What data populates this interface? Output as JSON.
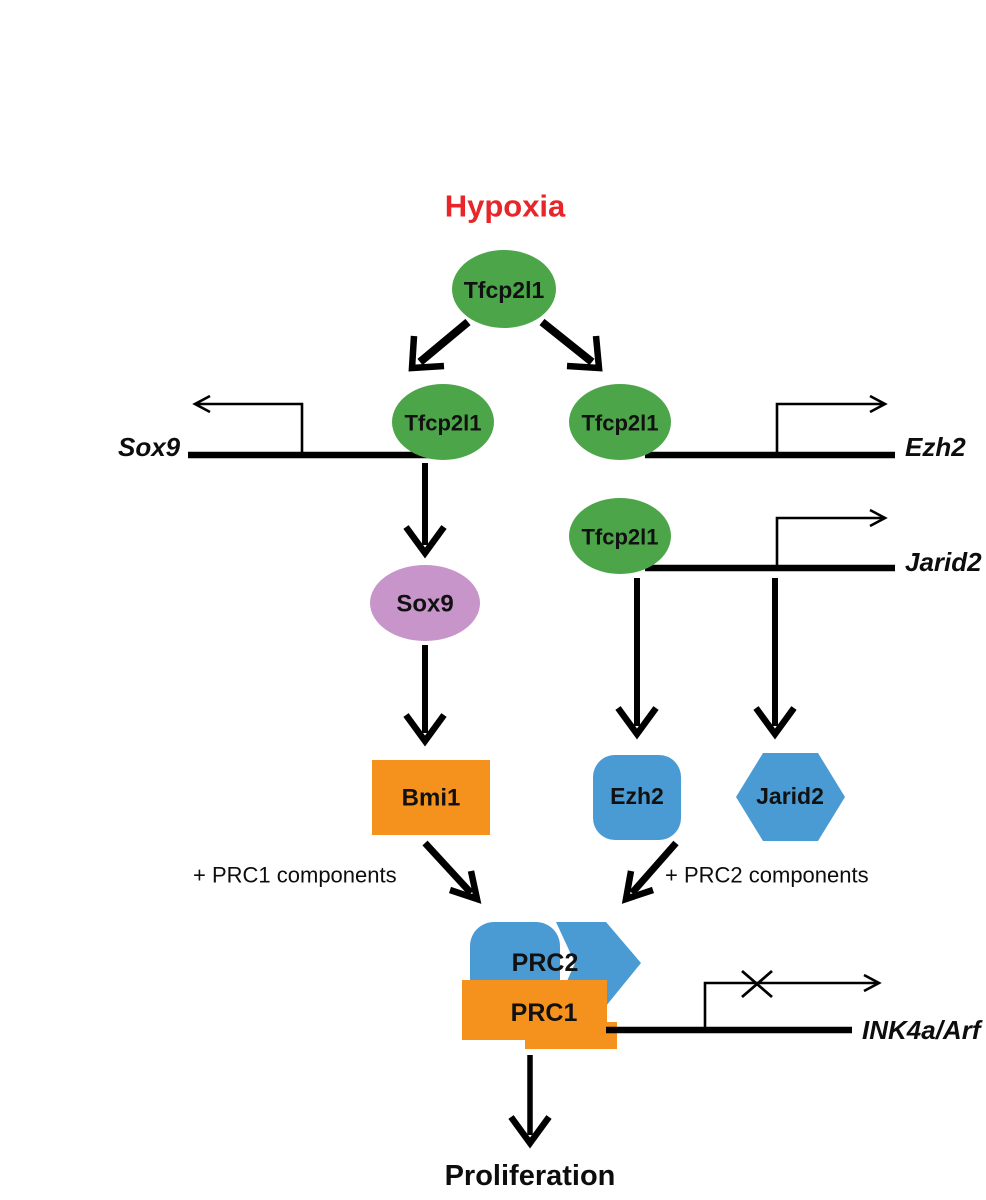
{
  "diagram": {
    "title": "Hypoxia",
    "title_color": "#e8262a",
    "palette": {
      "green": "#4ca649",
      "purple": "#c795c9",
      "orange": "#f5921e",
      "blue": "#4a9bd4",
      "black": "#000000",
      "red": "#e8262a",
      "background": "#ffffff"
    },
    "stimulus": {
      "label": "Hypoxia"
    },
    "transcription_factors": {
      "top": {
        "label": "Tfcp2l1"
      },
      "sox9_promoter_bound": {
        "label": "Tfcp2l1"
      },
      "ezh2_promoter_bound": {
        "label": "Tfcp2l1"
      },
      "jarid2_promoter_bound": {
        "label": "Tfcp2l1"
      }
    },
    "genes": [
      {
        "name": "Sox9",
        "label": "Sox9",
        "orientation": "left"
      },
      {
        "name": "Ezh2",
        "label": "Ezh2",
        "orientation": "right"
      },
      {
        "name": "Jarid2",
        "label": "Jarid2",
        "orientation": "right"
      },
      {
        "name": "INK4a/Arf",
        "label": "INK4a/Arf",
        "orientation": "right",
        "repressed": true
      }
    ],
    "proteins": [
      {
        "name": "Sox9",
        "label": "Sox9",
        "shape": "ellipse",
        "color": "#c795c9"
      },
      {
        "name": "Bmi1",
        "label": "Bmi1",
        "shape": "rectangle",
        "color": "#f5921e"
      },
      {
        "name": "Ezh2",
        "label": "Ezh2",
        "shape": "rounded-square",
        "color": "#4a9bd4"
      },
      {
        "name": "Jarid2",
        "label": "Jarid2",
        "shape": "hexagon",
        "color": "#4a9bd4"
      }
    ],
    "complexes": [
      {
        "name": "PRC2",
        "label": "PRC2",
        "color": "#4a9bd4"
      },
      {
        "name": "PRC1",
        "label": "PRC1",
        "color": "#f5921e"
      }
    ],
    "annotations": {
      "prc1_components": "+ PRC1 components",
      "prc2_components": "+ PRC2 components"
    },
    "outcome": {
      "label": "Proliferation"
    },
    "repression_marker": "x-mark"
  }
}
